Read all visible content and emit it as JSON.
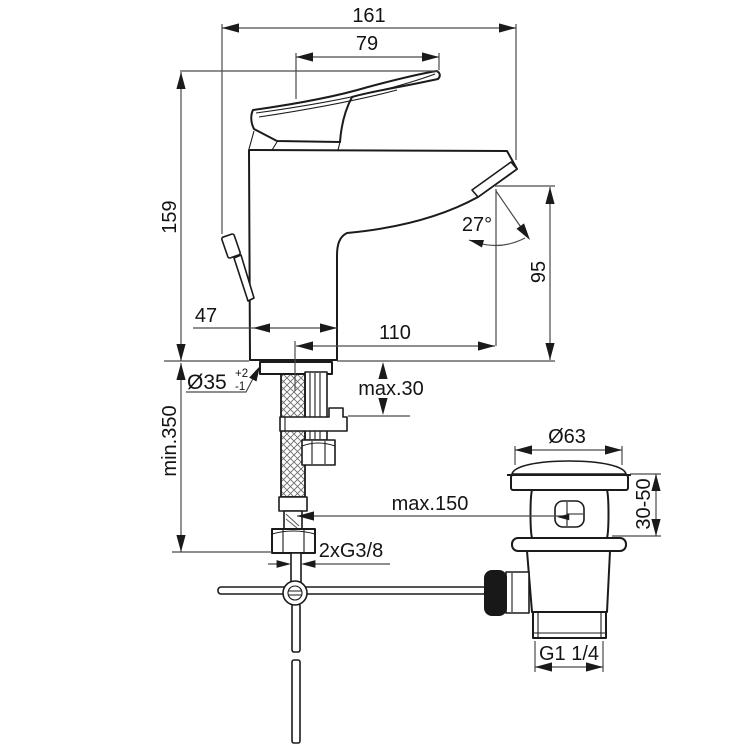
{
  "drawing": {
    "type": "technical dimension drawing",
    "subject": "single-lever basin mixer with flexible hoses and pop-up waste",
    "background_color": "#ffffff",
    "line_color": "#1b1b1b",
    "dimensions": {
      "total_length": "161",
      "handle_tip_offset": "79",
      "total_height": "159",
      "base_depth": "47",
      "spout_angle": "27°",
      "spout_outlet_height": "95",
      "spout_reach": "110",
      "mounting_hole_diameter": "Ø35",
      "mounting_hole_tol_plus": "+2",
      "mounting_hole_tol_minus": "-1",
      "max_deck_thickness": "max.30",
      "min_hose_length": "min.350",
      "max_rod_length": "max.150",
      "supply_connections": "2xG3/8",
      "waste_flange_diameter": "Ø63",
      "waste_clamping_range": "30-50",
      "waste_outlet_thread": "G1 1/4"
    }
  }
}
